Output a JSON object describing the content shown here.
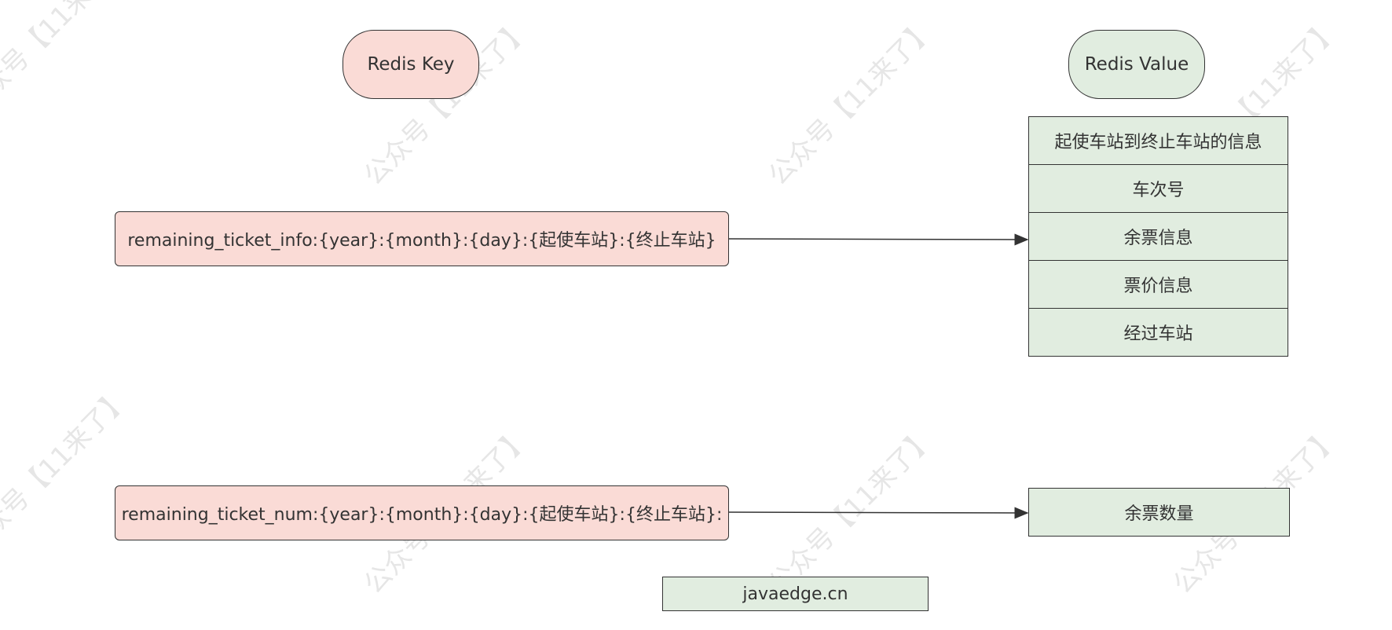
{
  "watermark": "公众号【11来了】",
  "headers": {
    "key_label": "Redis Key",
    "value_label": "Redis Value"
  },
  "keys": [
    "remaining_ticket_info:{year}:{month}:{day}:{起使车站}:{终止车站}",
    "remaining_ticket_num:{year}:{month}:{day}:{起使车站}:{终止车站}:"
  ],
  "value_fields": [
    "起使车站到终止车站的信息",
    "车次号",
    "余票信息",
    "票价信息",
    "经过车站"
  ],
  "value_single": "余票数量",
  "footer": "javaedge.cn",
  "colors": {
    "key_fill": "#fadbd6",
    "value_fill": "#e1ede0",
    "stroke": "#333333"
  }
}
